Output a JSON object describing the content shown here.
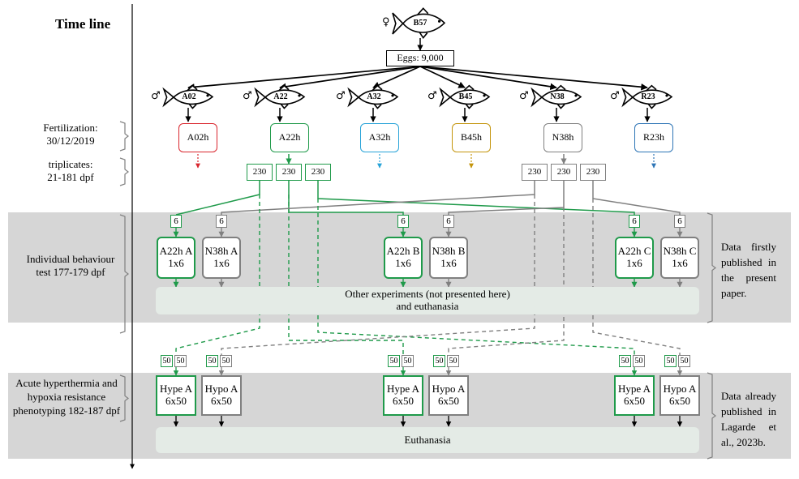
{
  "title": "Time line",
  "female": {
    "symbol": "♀",
    "name": "B57"
  },
  "eggs": "Eggs: 9,000",
  "males": [
    {
      "symbol": "♂",
      "name": "A02"
    },
    {
      "symbol": "♂",
      "name": "A22"
    },
    {
      "symbol": "♂",
      "name": "A32"
    },
    {
      "symbol": "♂",
      "name": "B45"
    },
    {
      "symbol": "♂",
      "name": "N38"
    },
    {
      "symbol": "♂",
      "name": "R23"
    }
  ],
  "crosses": [
    {
      "name": "A02h",
      "color": "#d9262e"
    },
    {
      "name": "A22h",
      "color": "#1f9a4a"
    },
    {
      "name": "A32h",
      "color": "#27a3d8"
    },
    {
      "name": "B45h",
      "color": "#c4950c"
    },
    {
      "name": "N38h",
      "color": "#808080"
    },
    {
      "name": "R23h",
      "color": "#2e75b6"
    }
  ],
  "timeline": {
    "fertilization": [
      "Fertilization:",
      "30/12/2019"
    ],
    "triplicates": [
      "triplicates:",
      "21-181 dpf"
    ],
    "behaviour": [
      "Individual behaviour",
      "test 177-179 dpf"
    ],
    "acute": [
      "Acute hyperthermia and",
      "hypoxia resistance",
      "phenotyping 182-187 dpf"
    ]
  },
  "triplicate_count": "230",
  "behaviour_count": "6",
  "behaviour_groups": [
    {
      "line1": "A22h A",
      "line2": "1x6"
    },
    {
      "line1": "N38h A",
      "line2": "1x6"
    },
    {
      "line1": "A22h B",
      "line2": "1x6"
    },
    {
      "line1": "N38h B",
      "line2": "1x6"
    },
    {
      "line1": "A22h C",
      "line2": "1x6"
    },
    {
      "line1": "N38h C",
      "line2": "1x6"
    }
  ],
  "other_experiments": [
    "Other experiments (not presented here)",
    "and euthanasia"
  ],
  "phenotype_count": "50",
  "phenotype_groups": [
    {
      "line1": "Hype A",
      "line2": "6x50"
    },
    {
      "line1": "Hypo A",
      "line2": "6x50"
    },
    {
      "line1": "Hype A",
      "line2": "6x50"
    },
    {
      "line1": "Hypo A",
      "line2": "6x50"
    },
    {
      "line1": "Hype A",
      "line2": "6x50"
    },
    {
      "line1": "Hypo A",
      "line2": "6x50"
    }
  ],
  "euthanasia": "Euthanasia",
  "notes": {
    "present": "Data firstly published in the present paper.",
    "previous": "Data already published in Lagarde et al., 2023b."
  },
  "colors": {
    "green": "#1f9a4a",
    "grey": "#808080",
    "band": "#d6d6d6",
    "panel": "#e4ebe6"
  }
}
